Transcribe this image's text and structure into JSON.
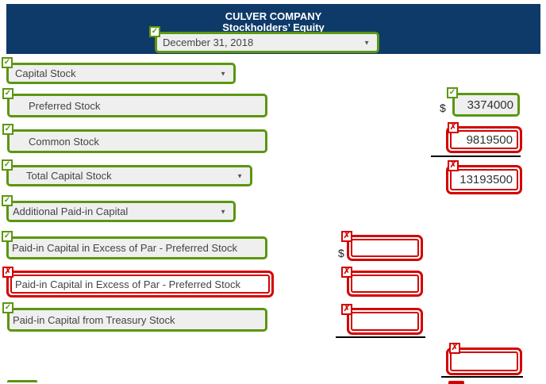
{
  "header": {
    "company_name": "CULVER COMPANY",
    "statement_title": "Stockholders’ Equity",
    "date_select": {
      "value": "December 31, 2018",
      "status": "correct"
    }
  },
  "rows": {
    "capital_stock": "Capital Stock",
    "preferred_stock": "Preferred Stock",
    "common_stock": "Common Stock",
    "total_capital_stock": "Total Capital Stock",
    "additional_paid_in_capital": "Additional Paid-in Capital",
    "pic_excess_par_preferred_correct": "Paid-in Capital in Excess of Par - Preferred Stock",
    "pic_excess_par_preferred_incorrect": "Paid-in Capital in Excess of Par - Preferred Stock",
    "pic_from_treasury_stock": "Paid-in Capital from Treasury Stock"
  },
  "amounts": {
    "preferred_stock": "3374000",
    "common_stock": "9819500",
    "total_capital_stock": "13193500",
    "pic_excess_par_preferred": "",
    "pic_excess_par_preferred_2": "",
    "pic_from_treasury_stock": "",
    "bottom_total": ""
  },
  "symbols": {
    "dollar": "$",
    "correct_mark": "✓",
    "incorrect_mark": "✗",
    "dropdown_arrow": "▼"
  },
  "colors": {
    "header_navy": "#0e3a69",
    "correct_green": "#5b9611",
    "incorrect_red": "#d40000",
    "field_gray": "#efefef"
  }
}
